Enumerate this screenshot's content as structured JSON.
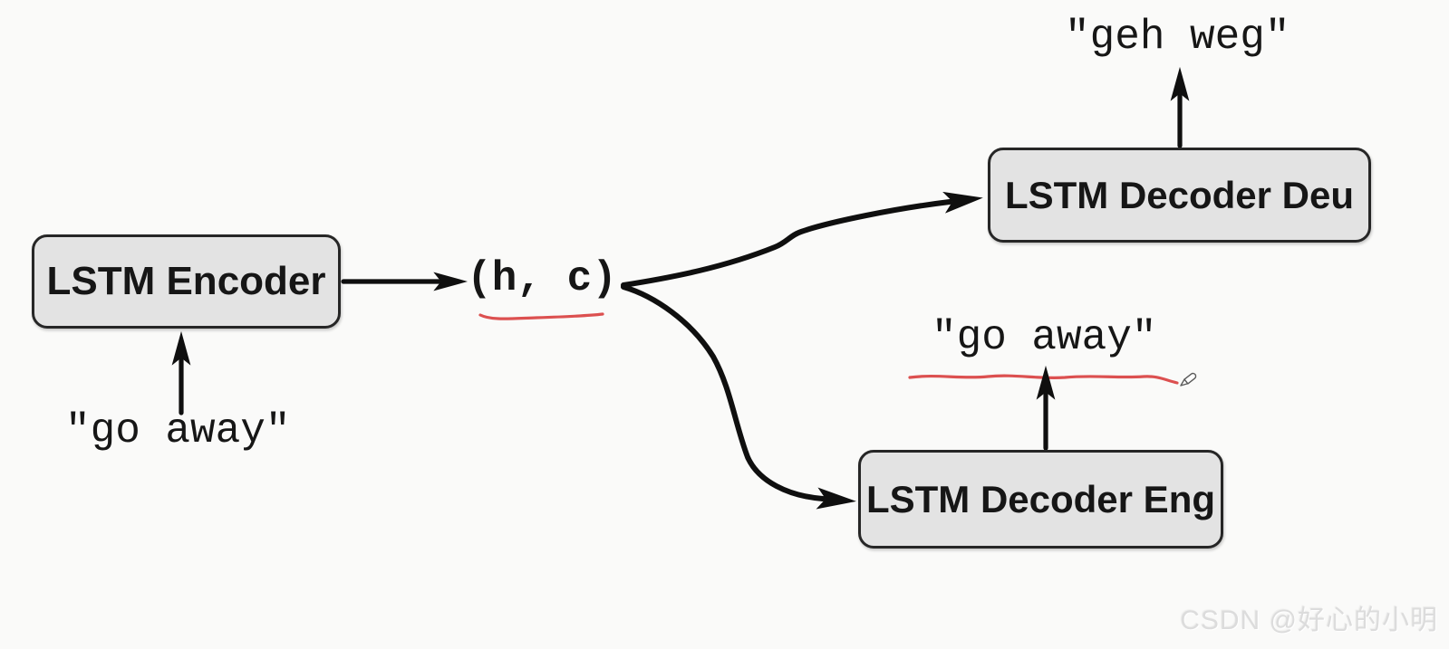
{
  "diagram": {
    "title_context": "LSTM sequence-to-sequence encoder/decoder diagram",
    "nodes": {
      "encoder": "LSTM Encoder",
      "decoder_deu": "LSTM Decoder Deu",
      "decoder_eng": "LSTM Decoder Eng"
    },
    "labels": {
      "encoder_input": "\"go away\"",
      "hidden_state": "(h, c)",
      "decoder_deu_output": "\"geh weg\"",
      "decoder_eng_output": "\"go away\""
    },
    "annotations": {
      "hidden_state_underline": "red hand-drawn underline",
      "decoder_eng_output_underline": "red hand-drawn underline"
    },
    "icons": {
      "pencil_cursor": "pencil"
    },
    "colors": {
      "background": "#fafaf9",
      "node_fill": "#e3e3e3",
      "node_border": "#262626",
      "arrow": "#0f0f0f",
      "annotation": "#dc5050",
      "watermark": "#dcdcdc",
      "text": "#161616"
    },
    "watermark": "CSDN @好心的小明"
  }
}
